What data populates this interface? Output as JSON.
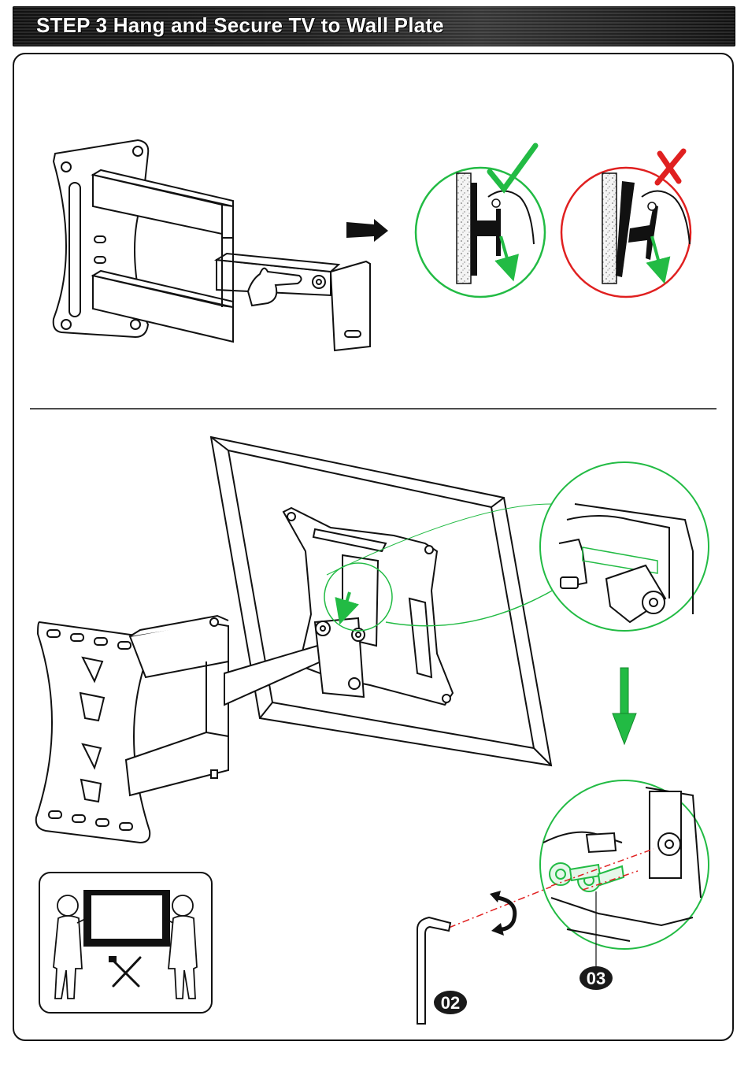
{
  "header": {
    "title": "STEP 3 Hang and Secure TV to Wall Plate"
  },
  "callouts": {
    "allen_key": "02",
    "screws": "03"
  },
  "colors": {
    "correct": "#22bb44",
    "incorrect": "#e02020",
    "guide_line": "#e02020",
    "badge": "#1a1a1a"
  },
  "icons": {
    "correct": "check-mark-icon",
    "incorrect": "cross-mark-icon",
    "direction": "arrow-right-icon",
    "rotation": "rotate-clockwise-icon"
  }
}
